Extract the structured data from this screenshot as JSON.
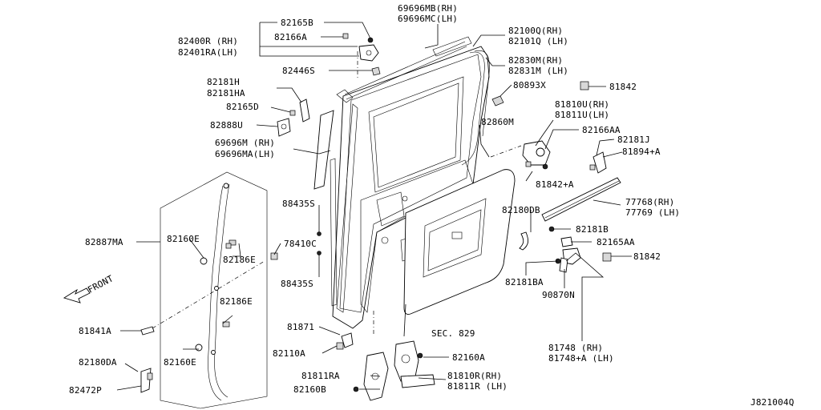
{
  "diagram_id": "J821004Q",
  "front_label": "FRONT",
  "labels": {
    "l82165b": "82165B",
    "l82166a": "82166A",
    "l82400r": "82400R (RH)",
    "l82401ra": "82401RA(LH)",
    "l82446s": "82446S",
    "l69696mb": "69696MB(RH)",
    "l69696mc": "69696MC(LH)",
    "l82100q": "82100Q(RH)",
    "l82101q": "82101Q (LH)",
    "l82830m": "82830M(RH)",
    "l82831m": "82831M (LH)",
    "l80893x": "80893X",
    "l81842a": "81842",
    "l82181h": "82181H",
    "l82181ha": "82181HA",
    "l82165d": "82165D",
    "l82888u": "82888U",
    "l69696m": "69696M (RH)",
    "l69696ma": "69696MA(LH)",
    "l82860m": "82860M",
    "l81810u": "81810U(RH)",
    "l81811u": "81811U(LH)",
    "l82166aa": "82166AA",
    "l82181j": "82181J",
    "l81894a": "81894+A",
    "l81842pa": "81842+A",
    "l77768": "77768(RH)",
    "l77769": "77769 (LH)",
    "l82887ma": "82887MA",
    "l82160e1": "82160E",
    "l82186e1": "82186E",
    "l78410c": "78410C",
    "l88435s1": "88435S",
    "l88435s2": "88435S",
    "l82180db": "82180DB",
    "l82181b": "82181B",
    "l82165aa": "82165AA",
    "l81842b": "81842",
    "l82181ba": "82181BA",
    "l90870n": "90870N",
    "l82186e2": "82186E",
    "l81841a": "81841A",
    "l82160e2": "82160E",
    "l81871": "81871",
    "lsec829": "SEC. 829",
    "l82110a": "82110A",
    "l82160a": "82160A",
    "l81748": "81748   (RH)",
    "l81748a": "81748+A (LH)",
    "l82180da": "82180DA",
    "l82472p": "82472P",
    "l81811ra": "81811RA",
    "l82160b": "82160B",
    "l81810r": "81810R(RH)",
    "l81811r": "81811R (LH)"
  }
}
